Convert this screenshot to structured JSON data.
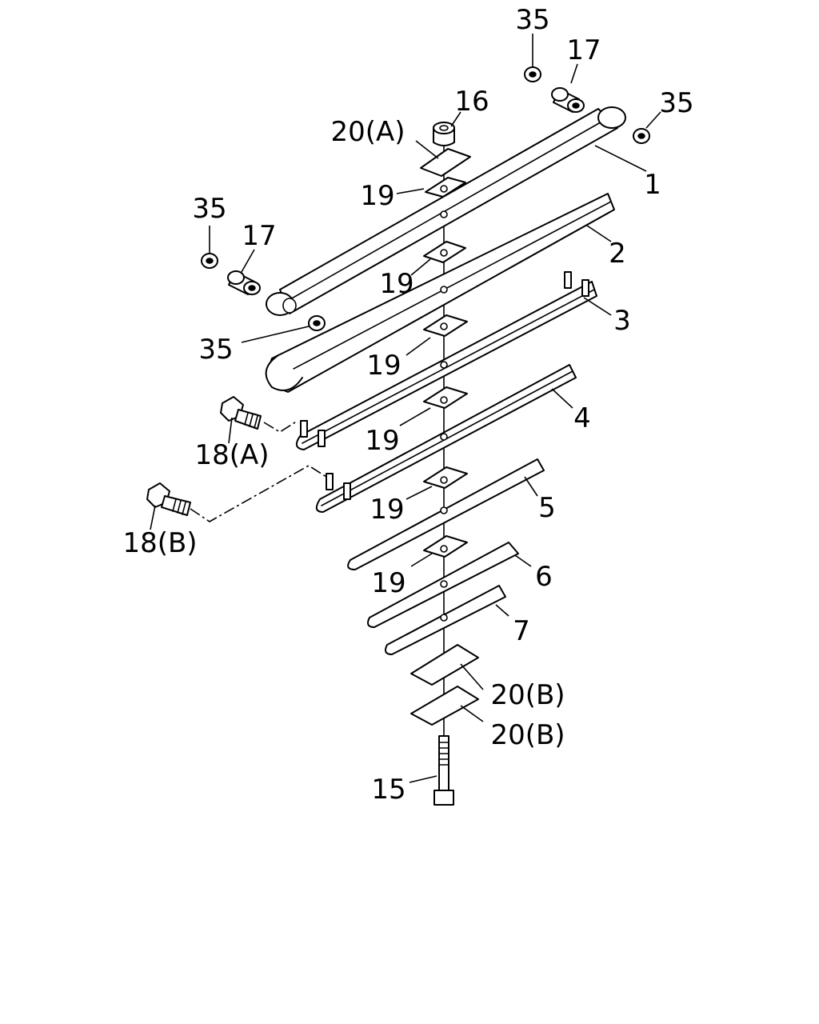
{
  "diagram": {
    "callouts": [
      {
        "id": "c35a",
        "text": "35"
      },
      {
        "id": "c17a",
        "text": "17"
      },
      {
        "id": "c35b",
        "text": "35"
      },
      {
        "id": "c16",
        "text": "16"
      },
      {
        "id": "c20a",
        "text": "20(A)"
      },
      {
        "id": "c1",
        "text": "1"
      },
      {
        "id": "c19a",
        "text": "19"
      },
      {
        "id": "c35c",
        "text": "35"
      },
      {
        "id": "c17b",
        "text": "17"
      },
      {
        "id": "c2",
        "text": "2"
      },
      {
        "id": "c19b",
        "text": "19"
      },
      {
        "id": "c3",
        "text": "3"
      },
      {
        "id": "c35d",
        "text": "35"
      },
      {
        "id": "c19c",
        "text": "19"
      },
      {
        "id": "c4",
        "text": "4"
      },
      {
        "id": "c19d",
        "text": "19"
      },
      {
        "id": "c18a",
        "text": "18(A)"
      },
      {
        "id": "c19e",
        "text": "19"
      },
      {
        "id": "c5",
        "text": "5"
      },
      {
        "id": "c18b",
        "text": "18(B)"
      },
      {
        "id": "c19f",
        "text": "19"
      },
      {
        "id": "c6",
        "text": "6"
      },
      {
        "id": "c7",
        "text": "7"
      },
      {
        "id": "c20b1",
        "text": "20(B)"
      },
      {
        "id": "c20b2",
        "text": "20(B)"
      },
      {
        "id": "c15",
        "text": "15"
      }
    ]
  }
}
